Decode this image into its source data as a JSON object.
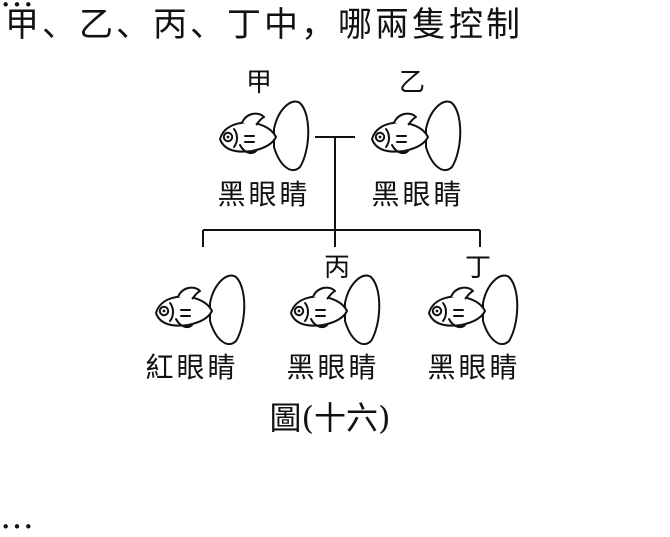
{
  "question": {
    "prev_line_fragment": "…",
    "line": "甲、乙、丙、丁中，哪兩隻控制",
    "next_line_fragment": "…"
  },
  "pedigree": {
    "parents": [
      {
        "name": "甲",
        "eye_color": "黑眼睛"
      },
      {
        "name": "乙",
        "eye_color": "黑眼睛"
      }
    ],
    "offspring": [
      {
        "name": "",
        "eye_color": "紅眼睛"
      },
      {
        "name": "丙",
        "eye_color": "黑眼睛"
      },
      {
        "name": "丁",
        "eye_color": "黑眼睛"
      }
    ],
    "caption": "圖(十六)"
  },
  "icons": {
    "fish": "guppy-fish-icon"
  },
  "colors": {
    "ink": "#111111",
    "background": "#ffffff"
  }
}
